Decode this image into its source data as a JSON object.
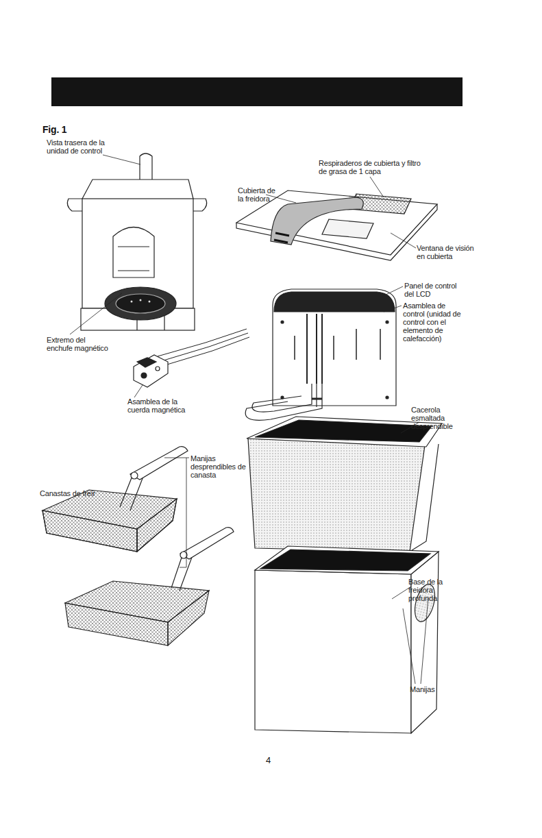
{
  "diagram": {
    "labels": [
      "Fig. 1",
      "Vista trasera de la unidad de control",
      "Respiraderos de cubierta y filtro de grasa de 1 capa",
      "Cubierta de la freidora",
      "Ventana de visión en cubierta",
      "Panel de control del LCD",
      "Asamblea de control (unidad de control con el elemento de calefacción)",
      "Extremo del enchufe magnético",
      "Asamblea de la cuerda magnética",
      "Cacerola esmaltada desprendible",
      "Manijas desprendibles de canasta",
      "Canastas de freír",
      "Base de la freidora profunda",
      "Manijas",
      "4"
    ]
  }
}
